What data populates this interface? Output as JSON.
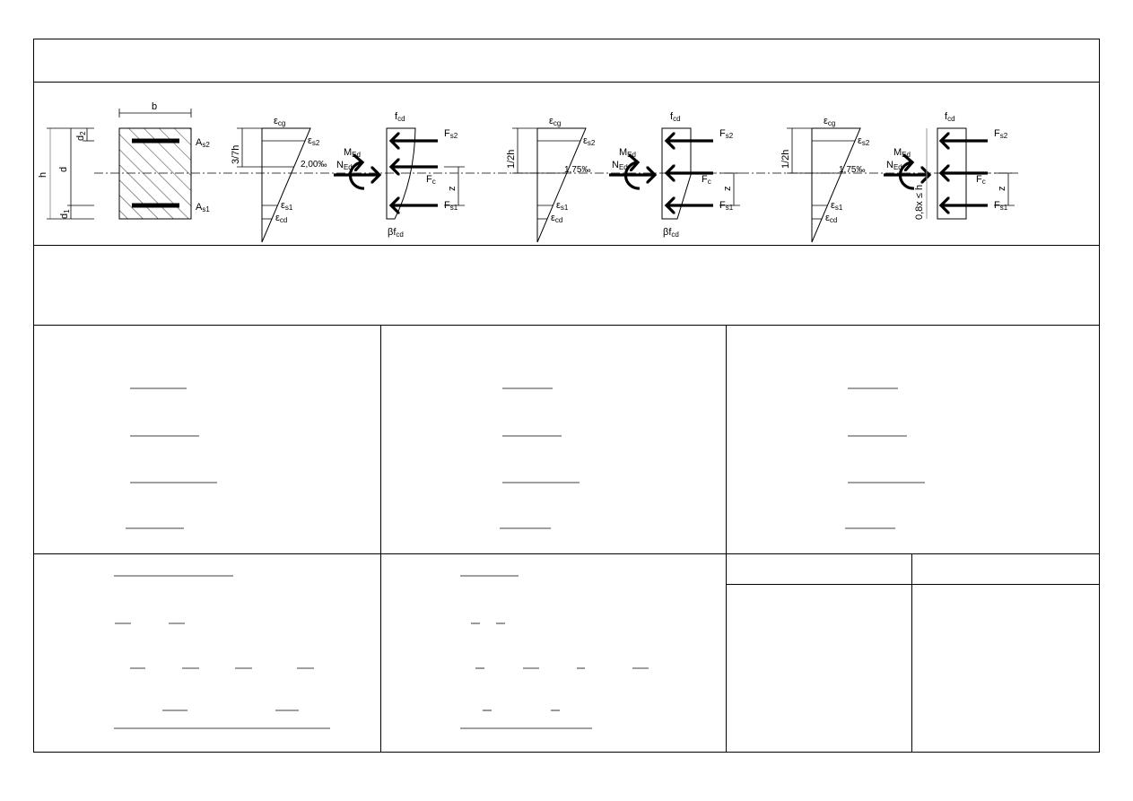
{
  "section": {
    "b": "b",
    "h": "h",
    "d": "d",
    "d1": {
      "m": "d",
      "s": "1"
    },
    "d2": {
      "m": "d",
      "s": "2"
    },
    "As2": {
      "m": "A",
      "s": "s2"
    },
    "As1": {
      "m": "A",
      "s": "s1"
    }
  },
  "diagrams": [
    {
      "depth": "3/7h",
      "strain": "2,00‰",
      "eps_cg": {
        "m": "ε",
        "s": "cg"
      },
      "eps_s2": {
        "m": "ε",
        "s": "s2"
      },
      "eps_s1": {
        "m": "ε",
        "s": "s1"
      },
      "eps_cd": {
        "m": "ε",
        "s": "cd"
      },
      "MEd": {
        "m": "M",
        "s": "Ed"
      },
      "NEd": {
        "m": "N",
        "s": "Ed"
      },
      "fcd": {
        "m": "f",
        "s": "cd"
      },
      "Fs2": {
        "m": "F",
        "s": "s2"
      },
      "Fc": {
        "m": "F",
        "s": "c"
      },
      "Fs1": {
        "m": "F",
        "s": "s1"
      },
      "bfcd": {
        "m": "βf",
        "s": "cd"
      },
      "z": "z"
    },
    {
      "depth": "1/2h",
      "strain": "1,75‰",
      "eps_cg": {
        "m": "ε",
        "s": "cg"
      },
      "eps_s2": {
        "m": "ε",
        "s": "s2"
      },
      "eps_s1": {
        "m": "ε",
        "s": "s1"
      },
      "eps_cd": {
        "m": "ε",
        "s": "cd"
      },
      "MEd": {
        "m": "M",
        "s": "Ed"
      },
      "NEd": {
        "m": "N",
        "s": "Ed"
      },
      "fcd": {
        "m": "f",
        "s": "cd"
      },
      "Fs2": {
        "m": "F",
        "s": "s2"
      },
      "Fc": {
        "m": "F",
        "s": "c"
      },
      "Fs1": {
        "m": "F",
        "s": "s1"
      },
      "bfcd": {
        "m": "βf",
        "s": "cd"
      },
      "z": "z"
    },
    {
      "depth": "1/2h",
      "strain": "1,75‰",
      "eps_cg": {
        "m": "ε",
        "s": "cg"
      },
      "eps_s2": {
        "m": "ε",
        "s": "s2"
      },
      "eps_s1": {
        "m": "ε",
        "s": "s1"
      },
      "eps_cd": {
        "m": "ε",
        "s": "cd"
      },
      "MEd": {
        "m": "M",
        "s": "Ed"
      },
      "NEd": {
        "m": "N",
        "s": "Ed"
      },
      "fcd": {
        "m": "f",
        "s": "cd"
      },
      "Fs2": {
        "m": "F",
        "s": "s2"
      },
      "Fc": {
        "m": "F",
        "s": "c"
      },
      "Fs1": {
        "m": "F",
        "s": "s1"
      },
      "block": "0,8x ≤ h",
      "z": "z"
    }
  ]
}
